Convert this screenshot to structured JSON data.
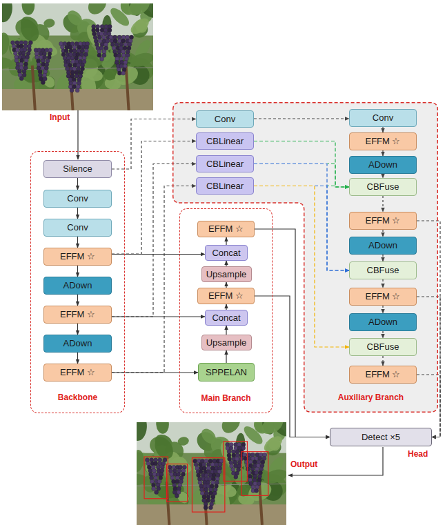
{
  "diagram": {
    "nodes": [
      {
        "text": [
          "Backbone"
        ]
      },
      {
        "text": [
          "Silence"
        ],
        "in": 0
      },
      {
        "text": [
          "Conv"
        ],
        "in": 0
      },
      {
        "text": [
          "Conv"
        ],
        "in": 0
      },
      {
        "text": [
          "EFFM ☆"
        ],
        "in": 0
      },
      {
        "text": [
          "ADown"
        ],
        "in": 0
      },
      {
        "text": [
          "EFFM ☆"
        ],
        "in": 0
      },
      {
        "text": [
          "ADown"
        ],
        "in": 0
      },
      {
        "text": [
          "EFFM ☆"
        ],
        "in": 0
      },
      {
        "text": [
          "Auxiliary Branch"
        ]
      },
      {
        "text": [
          "Conv"
        ],
        "in": 9
      },
      {
        "text": [
          "CBLinear"
        ],
        "in": 9
      },
      {
        "text": [
          "CBLinear"
        ],
        "in": 9
      },
      {
        "text": [
          "CBLinear"
        ],
        "in": 9
      },
      {
        "text": [
          "Conv"
        ],
        "in": 9
      },
      {
        "text": [
          "EFFM ☆"
        ],
        "in": 9
      },
      {
        "text": [
          "ADown"
        ],
        "in": 9
      },
      {
        "text": [
          "CBFuse"
        ],
        "in": 9
      },
      {
        "text": [
          "EFFM ☆"
        ],
        "in": 9
      },
      {
        "text": [
          "ADown"
        ],
        "in": 9
      },
      {
        "text": [
          "CBFuse"
        ],
        "in": 9
      },
      {
        "text": [
          "EFFM ☆"
        ],
        "in": 9
      },
      {
        "text": [
          "ADown"
        ],
        "in": 9
      },
      {
        "text": [
          "CBFuse"
        ],
        "in": 9
      },
      {
        "text": [
          "EFFM ☆"
        ],
        "in": 9
      },
      {
        "text": [
          "Main Branch"
        ]
      },
      {
        "text": [
          "EFFM ☆"
        ],
        "in": 25
      },
      {
        "text": [
          "Concat"
        ],
        "in": 25
      },
      {
        "text": [
          "Upsample"
        ],
        "in": 25
      },
      {
        "text": [
          "EFFM ☆"
        ],
        "in": 25
      },
      {
        "text": [
          "Concat"
        ],
        "in": 25
      },
      {
        "text": [
          "Upsample"
        ],
        "in": 25
      },
      {
        "text": [
          "SPPELAN"
        ],
        "in": 25
      },
      {
        "text": [
          "Detect ×5"
        ]
      }
    ],
    "edges": [
      {
        "from": 1,
        "to": 2,
        "arrow": "to"
      },
      {
        "from": 2,
        "to": 3,
        "arrow": "to"
      },
      {
        "from": 3,
        "to": 4,
        "arrow": "to"
      },
      {
        "from": 4,
        "to": 5,
        "arrow": "to"
      },
      {
        "from": 5,
        "to": 6,
        "arrow": "to"
      },
      {
        "from": 6,
        "to": 7,
        "arrow": "to"
      },
      {
        "from": 7,
        "to": 8,
        "arrow": "to"
      },
      {
        "from": 1,
        "to": 10,
        "arrow": "to"
      },
      {
        "from": 10,
        "to": 14,
        "arrow": "to"
      },
      {
        "from": 4,
        "to": 11,
        "arrow": "to"
      },
      {
        "from": 6,
        "to": 12,
        "arrow": "to"
      },
      {
        "from": 8,
        "to": 13,
        "arrow": "to"
      },
      {
        "from": 4,
        "to": 27,
        "arrow": "to"
      },
      {
        "from": 6,
        "to": 30,
        "arrow": "to"
      },
      {
        "from": 8,
        "to": 32,
        "arrow": "to"
      },
      {
        "from": 32,
        "to": 31,
        "arrow": "to"
      },
      {
        "from": 31,
        "to": 30,
        "arrow": "to"
      },
      {
        "from": 30,
        "to": 29,
        "arrow": "to"
      },
      {
        "from": 29,
        "to": 28,
        "arrow": "to"
      },
      {
        "from": 28,
        "to": 27,
        "arrow": "to"
      },
      {
        "from": 27,
        "to": 26,
        "arrow": "to"
      },
      {
        "from": 14,
        "to": 15,
        "arrow": "to"
      },
      {
        "from": 15,
        "to": 16,
        "arrow": "to"
      },
      {
        "from": 16,
        "to": 17,
        "arrow": "to"
      },
      {
        "from": 17,
        "to": 18,
        "arrow": "to"
      },
      {
        "from": 18,
        "to": 19,
        "arrow": "to"
      },
      {
        "from": 19,
        "to": 20,
        "arrow": "to"
      },
      {
        "from": 20,
        "to": 21,
        "arrow": "to"
      },
      {
        "from": 21,
        "to": 22,
        "arrow": "to"
      },
      {
        "from": 22,
        "to": 23,
        "arrow": "to"
      },
      {
        "from": 23,
        "to": 24,
        "arrow": "to"
      },
      {
        "from": 11,
        "to": 17,
        "arrow": "to"
      },
      {
        "from": 12,
        "to": 17,
        "arrow": "to"
      },
      {
        "from": 13,
        "to": 17,
        "arrow": "to"
      },
      {
        "from": 12,
        "to": 20,
        "arrow": "to"
      },
      {
        "from": 13,
        "to": 20,
        "arrow": "to"
      },
      {
        "from": 13,
        "to": 23,
        "arrow": "to"
      },
      {
        "from": 26,
        "to": 33,
        "arrow": "to"
      },
      {
        "from": 29,
        "to": 33,
        "arrow": "to"
      },
      {
        "from": 18,
        "to": 33,
        "arrow": "to"
      },
      {
        "from": 21,
        "to": 33,
        "arrow": "to"
      },
      {
        "from": 24,
        "to": 33,
        "arrow": "to"
      }
    ],
    "labels": [
      "Input",
      "Head",
      "Output"
    ]
  }
}
